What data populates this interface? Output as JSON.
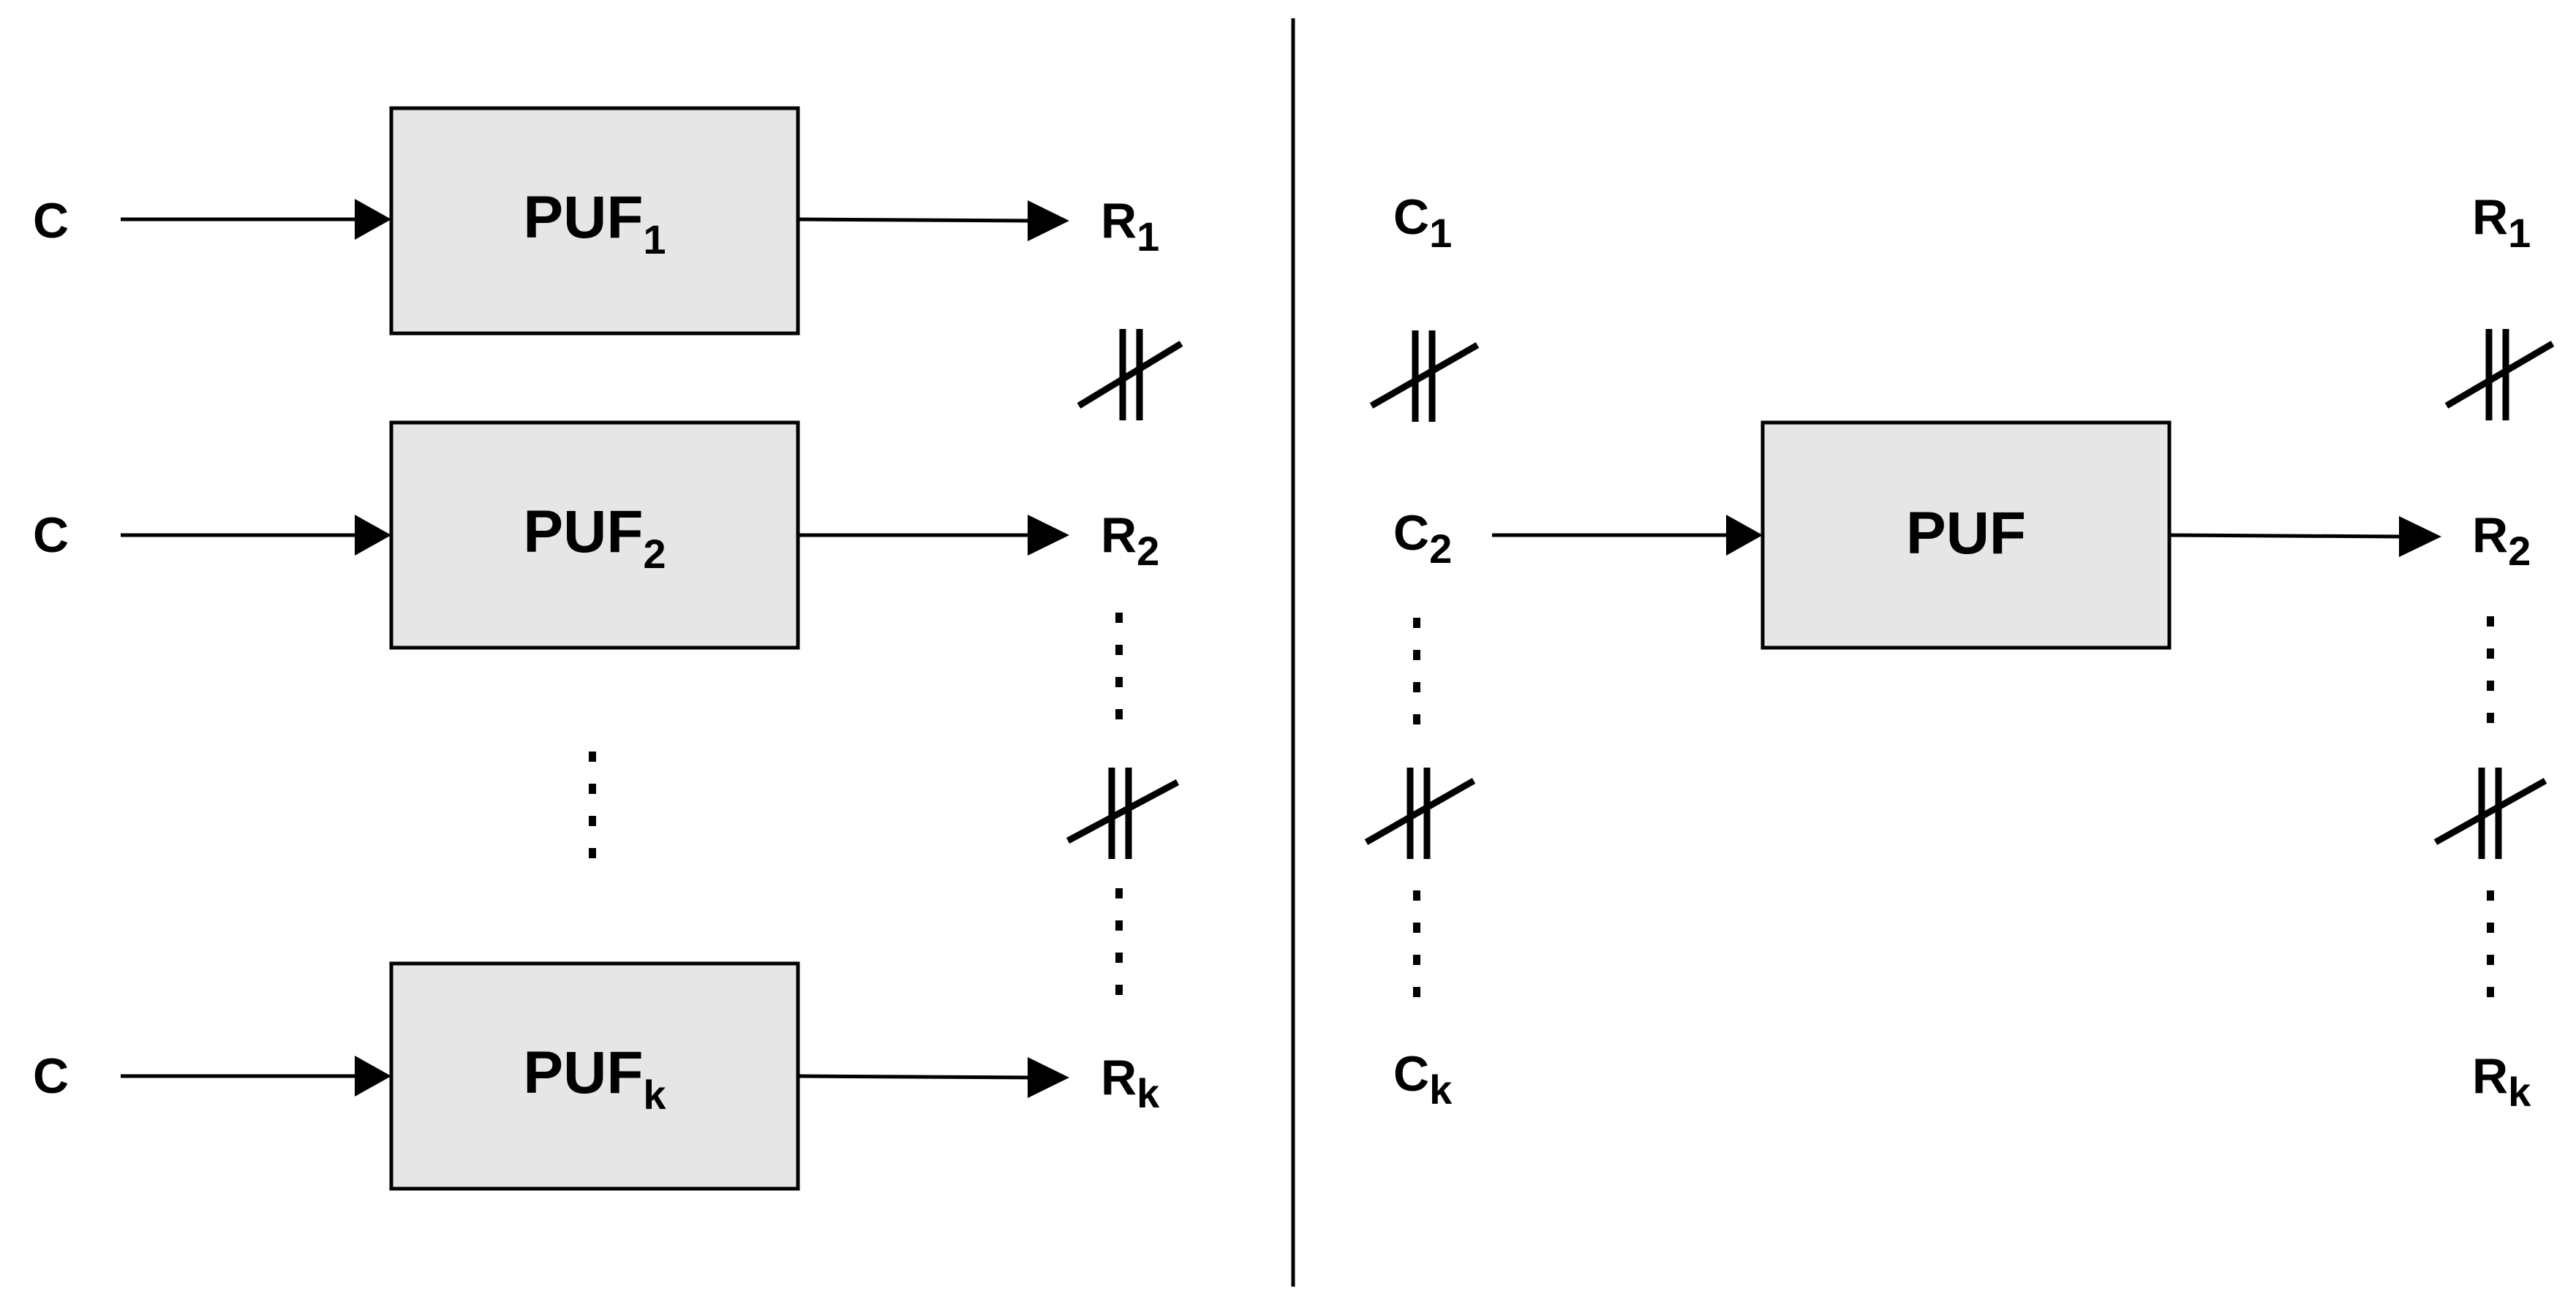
{
  "left": {
    "rows": [
      {
        "input": "C",
        "puf": "PUF",
        "puf_sub": "1",
        "resp": "R",
        "resp_sub": "1"
      },
      {
        "input": "C",
        "puf": "PUF",
        "puf_sub": "2",
        "resp": "R",
        "resp_sub": "2"
      },
      {
        "input": "C",
        "puf": "PUF",
        "puf_sub": "k",
        "resp": "R",
        "resp_sub": "k"
      }
    ]
  },
  "right": {
    "challenges": [
      {
        "label": "C",
        "sub": "1"
      },
      {
        "label": "C",
        "sub": "2"
      },
      {
        "label": "C",
        "sub": "k"
      }
    ],
    "puf": "PUF",
    "responses": [
      {
        "label": "R",
        "sub": "1"
      },
      {
        "label": "R",
        "sub": "2"
      },
      {
        "label": "R",
        "sub": "k"
      }
    ]
  },
  "colors": {
    "box_fill": "#e6e6e6",
    "stroke": "#000000"
  }
}
